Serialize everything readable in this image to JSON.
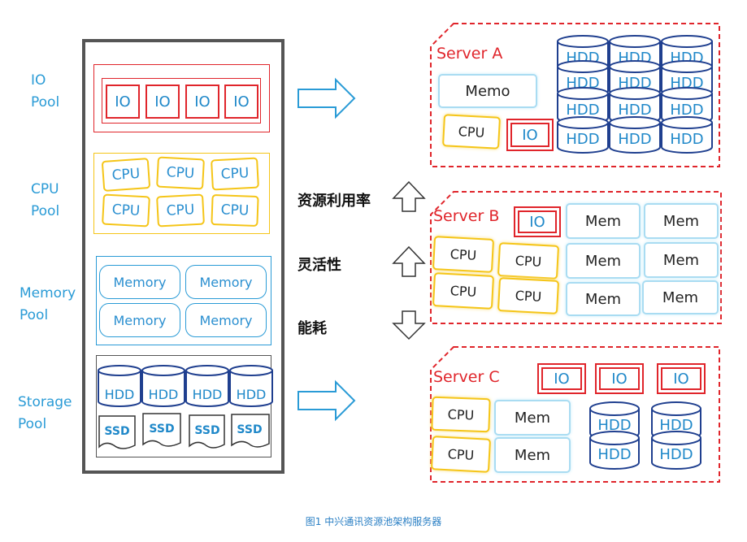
{
  "pool_labels": {
    "io": [
      "IO",
      "Pool"
    ],
    "cpu": [
      "CPU",
      "Pool"
    ],
    "memory": [
      "Memory",
      "Pool"
    ],
    "storage": [
      "Storage",
      "Pool"
    ]
  },
  "io_pool": [
    "IO",
    "IO",
    "IO",
    "IO"
  ],
  "cpu_pool": [
    "CPU",
    "CPU",
    "CPU",
    "CPU",
    "CPU",
    "CPU"
  ],
  "memory_pool": [
    "Memory",
    "Memory",
    "Memory",
    "Memory"
  ],
  "storage_pool": {
    "hdd": [
      "HDD",
      "HDD",
      "HDD",
      "HDD"
    ],
    "ssd": [
      "SSD",
      "SSD",
      "SSD",
      "SSD"
    ]
  },
  "side_labels": {
    "utilization": "资源利用率",
    "flexibility": "灵活性",
    "energy": "能耗"
  },
  "servers": {
    "a": {
      "title": "Server A",
      "mem": "Memo",
      "cpu": "CPU",
      "io": "IO",
      "hdd": "HDD"
    },
    "b": {
      "title": "Server B",
      "io": "IO",
      "mem": [
        "Mem",
        "Mem",
        "Mem",
        "Mem",
        "Mem",
        "Mem"
      ],
      "cpu": [
        "CPU",
        "CPU",
        "CPU",
        "CPU"
      ]
    },
    "c": {
      "title": "Server C",
      "io": [
        "IO",
        "IO",
        "IO"
      ],
      "cpu": [
        "CPU",
        "CPU"
      ],
      "mem": [
        "Mem",
        "Mem"
      ],
      "hdd": [
        "HDD",
        "HDD",
        "HDD",
        "HDD"
      ]
    }
  },
  "caption": "图1  中兴通讯资源池架构服务器",
  "colors": {
    "io": "#e0252b",
    "cpu": "#f5c518",
    "memory": "#2a9bd6",
    "hdd": "#1f3f8f",
    "label": "#2a9bd6",
    "server_border": "#e0252b"
  }
}
